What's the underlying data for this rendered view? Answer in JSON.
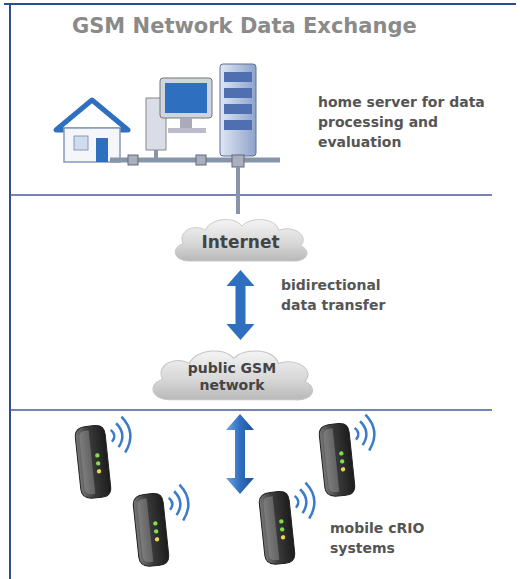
{
  "diagram": {
    "title": "GSM Network Data Exchange",
    "nodes": [
      {
        "text": [
          "Internet"
        ]
      },
      {
        "text": [
          "public GSM network"
        ]
      }
    ],
    "edges": [
      {
        "from": 0,
        "to": 1,
        "arrow": "both",
        "label": "bidirectional data transfer"
      }
    ],
    "labels": [
      "home server for data processing and evaluation",
      "mobile cRIO systems"
    ]
  }
}
